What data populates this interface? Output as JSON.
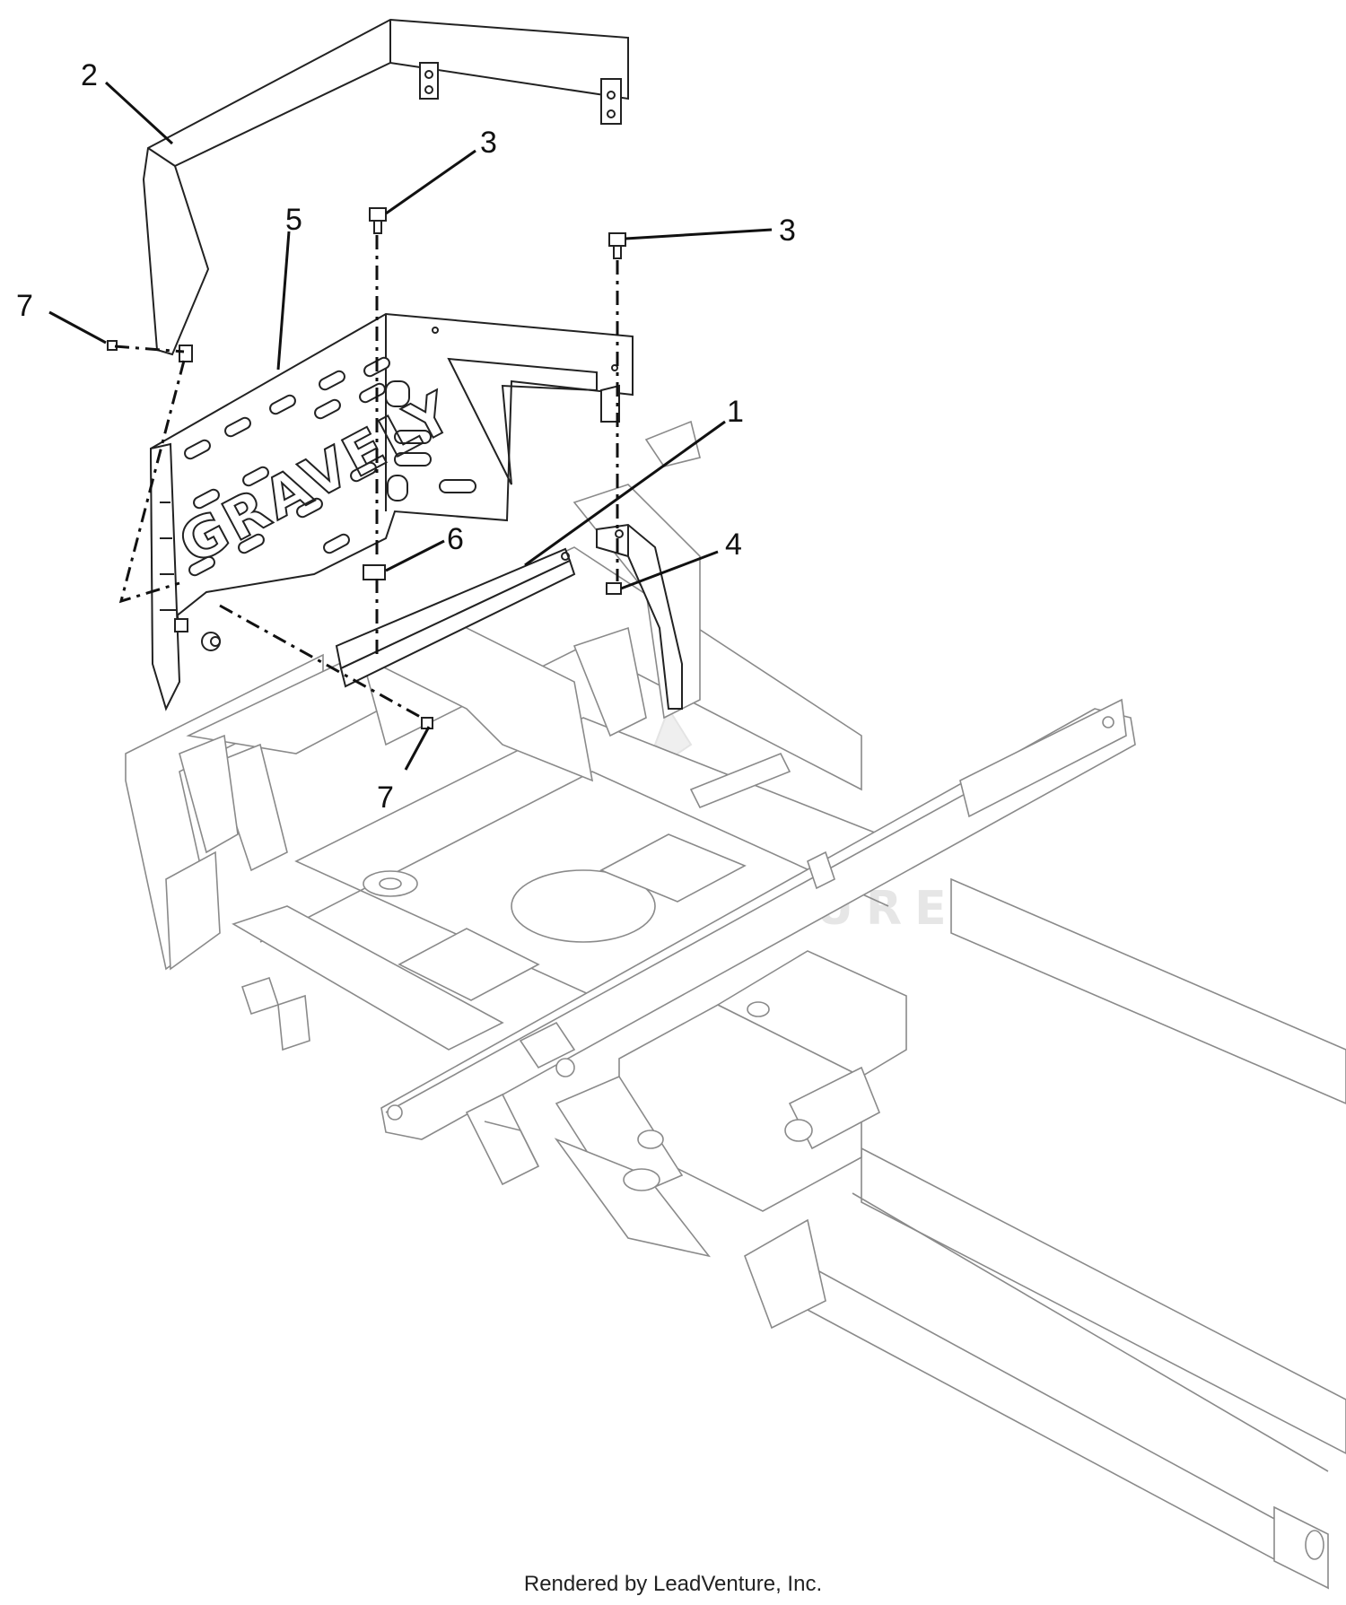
{
  "diagram": {
    "callouts": [
      "1",
      "2",
      "3",
      "3",
      "4",
      "5",
      "6",
      "7",
      "7"
    ],
    "brand_text": "GRAVELY",
    "watermark": "LEADVENTURE"
  },
  "footer": {
    "text": "Rendered by LeadVenture, Inc."
  }
}
